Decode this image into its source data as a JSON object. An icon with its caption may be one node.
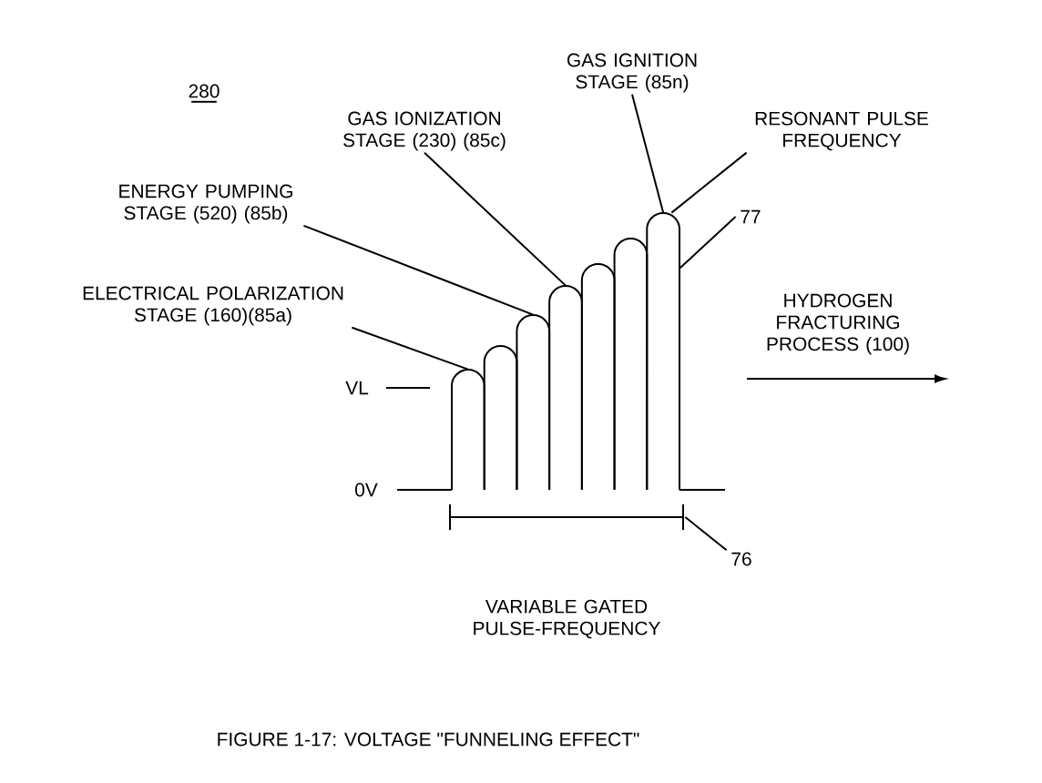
{
  "diagram": {
    "caption": "FIGURE 1-17: VOLTAGE \"FUNNELING EFFECT\"",
    "nodes": [
      {
        "text": [
          "ELECTRICAL POLARIZATION STAGE (160)(85a)"
        ]
      },
      {
        "text": [
          "ENERGY PUMPING STAGE (520) (85b)"
        ]
      },
      {
        "text": [
          "GAS IONIZATION STAGE (230) (85c)"
        ]
      },
      {
        "text": [
          "GAS IGNITION STAGE (85n)"
        ]
      },
      {
        "text": [
          "RESONANT PULSE FREQUENCY"
        ]
      },
      {
        "text": [
          "77"
        ]
      },
      {
        "text": [
          "76"
        ]
      },
      {
        "text": [],
        "shape": "bar"
      },
      {
        "text": [],
        "shape": "bar"
      },
      {
        "text": [],
        "shape": "bar"
      },
      {
        "text": [],
        "shape": "bar"
      },
      {
        "text": [],
        "shape": "bar"
      },
      {
        "text": [],
        "shape": "bar"
      },
      {
        "text": [],
        "shape": "bar"
      },
      {
        "text": [],
        "shape": "bracket"
      }
    ],
    "edges": [
      {
        "from": 0,
        "to": 7,
        "arrow": "none"
      },
      {
        "from": 1,
        "to": 9,
        "arrow": "none"
      },
      {
        "from": 2,
        "to": 10,
        "arrow": "none"
      },
      {
        "from": 3,
        "to": 13,
        "arrow": "none"
      },
      {
        "from": 4,
        "to": 13,
        "arrow": "none"
      },
      {
        "from": 5,
        "to": 13,
        "arrow": "none"
      },
      {
        "from": 6,
        "to": 14,
        "arrow": "none"
      }
    ],
    "labels": [
      "280",
      "HYDROGEN FRACTURING PROCESS (100)",
      "VL",
      "0V",
      "VARIABLE GATED PULSE-FREQUENCY"
    ]
  }
}
